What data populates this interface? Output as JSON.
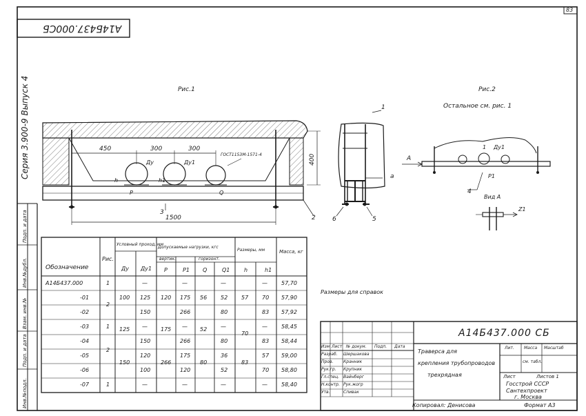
{
  "header": {
    "top_number": "83",
    "designation_mirrored": "А14Б437.000СБ",
    "series": "Серия 3.900-9  Выпуск 4"
  },
  "figures": {
    "fig1": "Рис.1",
    "fig2": "Рис.2",
    "fig2_note": "Остальное см. рис. 1",
    "view_a": "Вид А",
    "dim_450": "450",
    "dim_300a": "300",
    "dim_300b": "300",
    "dim_400": "400",
    "dim_1500": "1500",
    "gost": "ГОСТ1153М-1571-4",
    "label_du": "Ду",
    "label_du1": "Ду1",
    "label_du1_b": "Ду1",
    "label_h": "h",
    "label_h1": "h1",
    "label_p": "P",
    "label_p1": "P1",
    "label_q": "Q",
    "pos1": "1",
    "pos1b": "1",
    "pos2": "2",
    "pos3": "3",
    "pos4": "4",
    "pos5": "5",
    "pos6": "6",
    "arrow_a": "А",
    "arrow_a2": "а",
    "arrow_z": "Z1",
    "ref_note": "Размеры для справок"
  },
  "side_stamps": [
    "Инв.№подл.",
    "Подп. и дата",
    "Взам. инв.№",
    "Инв.№дубл.",
    "Подп. и дата"
  ],
  "table": {
    "h_designation": "Обозначение",
    "h_fig": "Рис.",
    "h_bore": "Условный проход, мм",
    "h_du": "Ду",
    "h_du1": "Ду1",
    "h_loads": "Допускаемые нагрузки, кгс",
    "h_vert": "вертик.",
    "h_horiz": "горизонт.",
    "h_p": "P",
    "h_p1": "P1",
    "h_q": "Q",
    "h_q1": "Q1",
    "h_dims": "Размеры, мм",
    "h_h": "h",
    "h_h1": "h1",
    "h_mass": "Масса, кг",
    "rows": [
      {
        "des": "А14Б437.000",
        "fig": "1",
        "du": "",
        "du1": "—",
        "p": "",
        "p1": "—",
        "q": "",
        "q1": "—",
        "h": "",
        "h1": "—",
        "mass": "57,70"
      },
      {
        "des": "-01",
        "fig": "",
        "du": "100",
        "du1": "125",
        "p": "120",
        "p1": "175",
        "q": "56",
        "q1": "52",
        "h": "57",
        "h1": "70",
        "mass": "57,90"
      },
      {
        "des": "-02",
        "fig": "2",
        "du": "",
        "du1": "150",
        "p": "",
        "p1": "266",
        "q": "",
        "q1": "80",
        "h": "",
        "h1": "83",
        "mass": "57,92"
      },
      {
        "des": "-03",
        "fig": "1",
        "du": "125",
        "du1": "—",
        "p": "175",
        "p1": "—",
        "q": "52",
        "q1": "—",
        "h": "",
        "h1": "—",
        "mass": "58,45"
      },
      {
        "des": "-04",
        "fig": "",
        "du": "",
        "du1": "150",
        "p": "",
        "p1": "266",
        "q": "",
        "q1": "80",
        "h": "70",
        "h1": "83",
        "mass": "58,44"
      },
      {
        "des": "-05",
        "fig": "2",
        "du": "150",
        "du1": "120",
        "p": "266",
        "p1": "175",
        "q": "80",
        "q1": "36",
        "h": "83",
        "h1": "57",
        "mass": "59,00"
      },
      {
        "des": "-06",
        "fig": "",
        "du": "",
        "du1": "100",
        "p": "",
        "p1": "120",
        "q": "",
        "q1": "52",
        "h": "",
        "h1": "70",
        "mass": "58,80"
      },
      {
        "des": "-07",
        "fig": "1",
        "du": "",
        "du1": "—",
        "p": "",
        "p1": "—",
        "q": "",
        "q1": "—",
        "h": "",
        "h1": "—",
        "mass": "58,40"
      }
    ]
  },
  "stamp": {
    "designation": "А14Б437.000 СБ",
    "title1": "Траверса для",
    "title2": "крепления трубопроводов",
    "title3": "трехрядная",
    "h_izm": "Изм",
    "h_list": "Лист",
    "h_doc": "№ докум.",
    "h_sign": "Подп.",
    "h_date": "Дата",
    "roles": [
      {
        "role": "Разраб.",
        "name": "Шершакова"
      },
      {
        "role": "Пров.",
        "name": "Кранник"
      },
      {
        "role": "Рук.гр.",
        "name": "Крупник"
      },
      {
        "role": "Гл.спец.",
        "name": "Вайнберг"
      },
      {
        "role": "Н.контр.",
        "name": "Рук.жогр"
      },
      {
        "role": "Утв.",
        "name": "Спивак"
      }
    ],
    "h_lit": "Лит.",
    "h_mass": "Масса",
    "h_scale": "Масштаб",
    "mass_val": "см. табл.",
    "sheet": "Лист",
    "sheets": "Листов 1",
    "org1": "Госстрой СССР",
    "org2": "Сантехпроект",
    "org3": "г. Москва",
    "copied": "Копировал: Денисова",
    "format": "Формат А3"
  }
}
